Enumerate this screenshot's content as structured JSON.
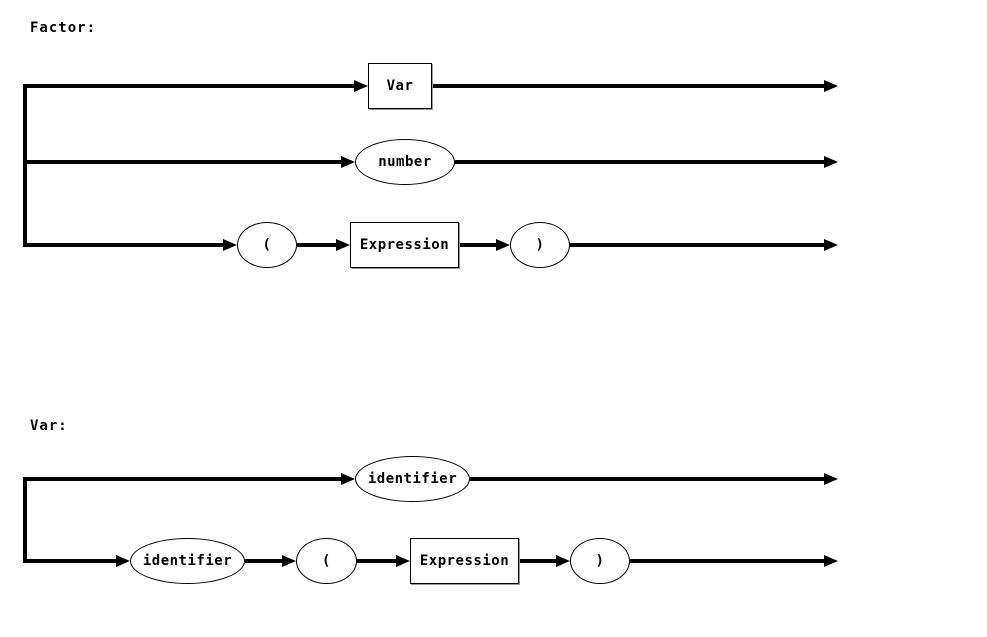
{
  "diagrams": [
    {
      "title": "Factor:",
      "branches": [
        {
          "nodes": [
            {
              "type": "nonterminal",
              "label": "Var"
            }
          ]
        },
        {
          "nodes": [
            {
              "type": "terminal",
              "label": "number"
            }
          ]
        },
        {
          "nodes": [
            {
              "type": "terminal",
              "label": "("
            },
            {
              "type": "nonterminal",
              "label": "Expression"
            },
            {
              "type": "terminal",
              "label": ")"
            }
          ]
        }
      ]
    },
    {
      "title": "Var:",
      "branches": [
        {
          "nodes": [
            {
              "type": "terminal",
              "label": "identifier"
            }
          ]
        },
        {
          "nodes": [
            {
              "type": "terminal",
              "label": "identifier"
            },
            {
              "type": "terminal",
              "label": "("
            },
            {
              "type": "nonterminal",
              "label": "Expression"
            },
            {
              "type": "terminal",
              "label": ")"
            }
          ]
        }
      ]
    }
  ],
  "colors": {
    "background": "#ffffff",
    "line": "#000000",
    "node_border": "#000000",
    "node_fill": "#ffffff",
    "node_shadow": "#999999",
    "text": "#000000"
  }
}
